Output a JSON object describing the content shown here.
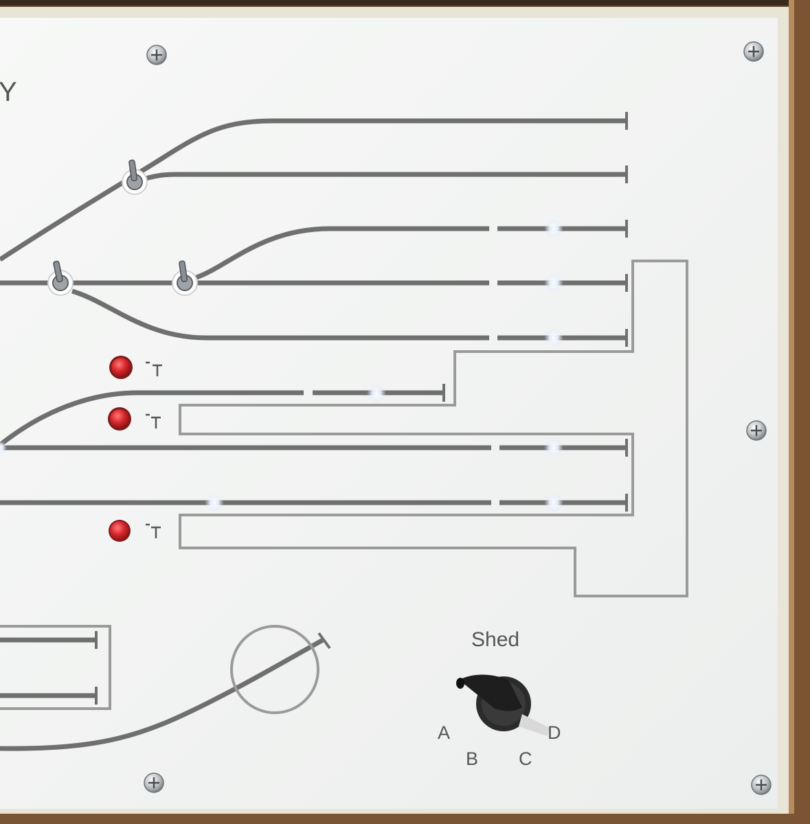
{
  "panel": {
    "title_fragment": "Y",
    "shed_label": "Shed",
    "selector_positions": [
      "A",
      "B",
      "C",
      "D"
    ]
  },
  "colors": {
    "panel": "#f4f5f4",
    "track": "#6f6f6f",
    "outline": "#9a9a9a",
    "frame_wood": "#7a5433",
    "frame_light": "#e8e4d6",
    "led": "#ffffff",
    "button_red": "#d8262b"
  },
  "icons": {
    "toggle": "toggle-switch-icon",
    "push_button": "red-push-button-icon",
    "uncoupler": "uncoupler-symbol-icon",
    "selector": "rotary-selector-knob-icon",
    "screw": "mounting-screw-icon",
    "led": "indicator-led-icon",
    "turntable": "turntable-symbol-icon"
  }
}
